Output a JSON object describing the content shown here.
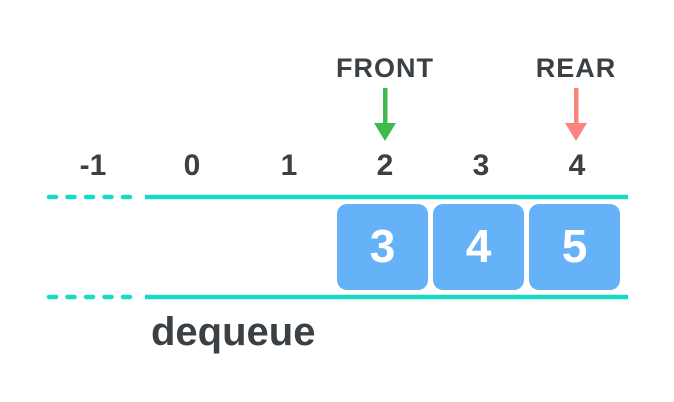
{
  "diagram": {
    "front_label": "FRONT",
    "rear_label": "REAR",
    "front_index": "2",
    "rear_index": "4",
    "indices": [
      "-1",
      "0",
      "1",
      "2",
      "3",
      "4"
    ],
    "cells": [
      {
        "index": "2",
        "value": "3"
      },
      {
        "index": "3",
        "value": "4"
      },
      {
        "index": "4",
        "value": "5"
      }
    ],
    "operation": "dequeue",
    "colors": {
      "track": "#17d9c4",
      "cell_fill": "#66b2f8",
      "cell_text": "#ffffff",
      "front_arrow": "#3fba4d",
      "rear_arrow": "#f8837f",
      "label_text": "#3b4045",
      "background": "#ffffff"
    }
  }
}
